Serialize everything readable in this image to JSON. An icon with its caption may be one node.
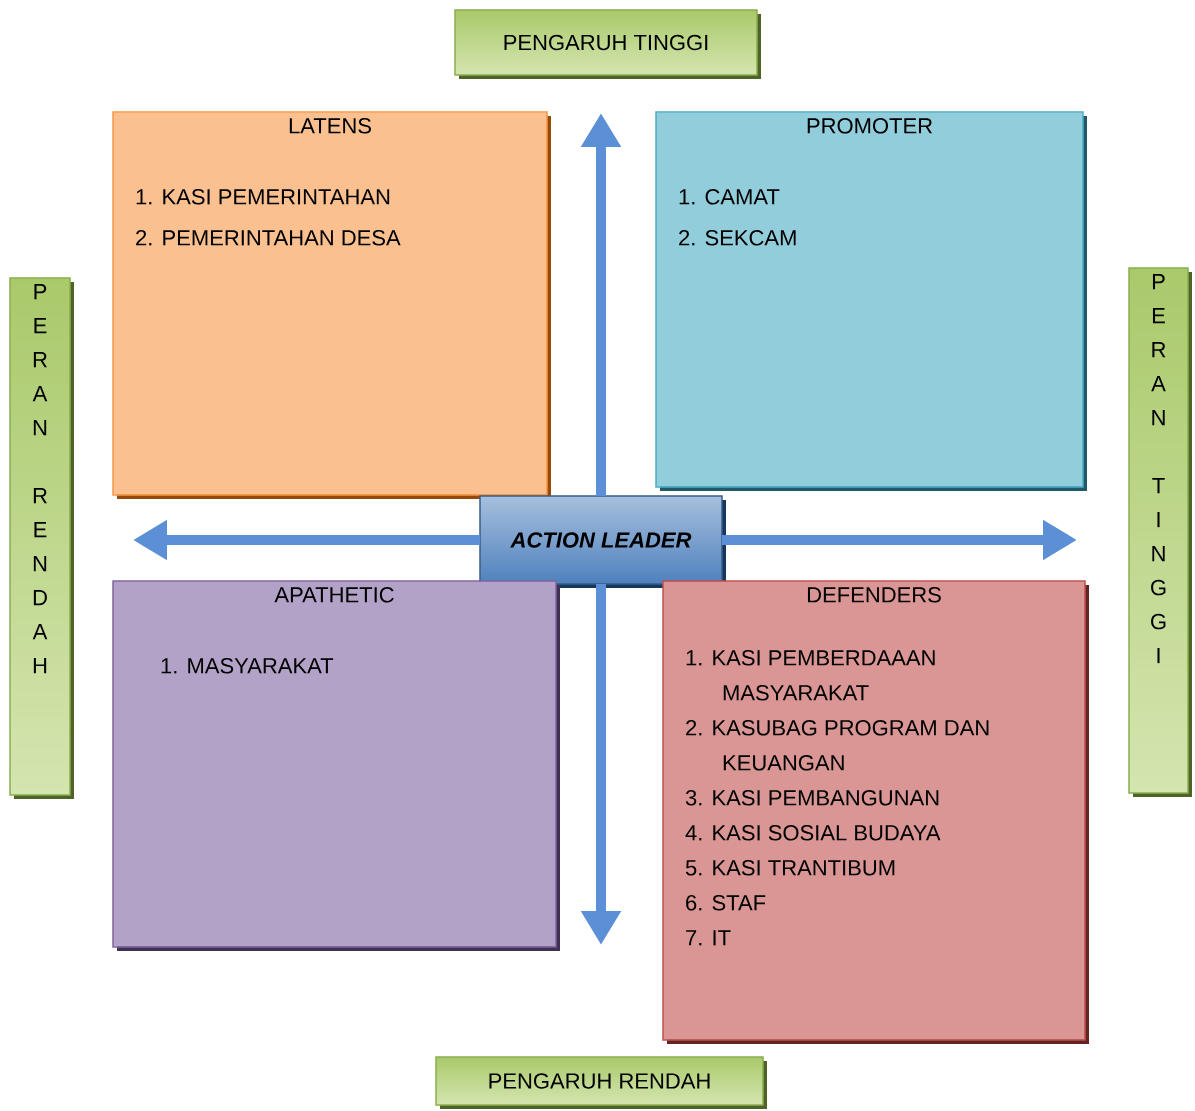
{
  "diagram": {
    "nodes": [
      {
        "text": [
          "PENGARUH TINGGI"
        ]
      },
      {
        "text": [
          "LATENS",
          "1. KASI PEMERINTAHAN",
          "2. PEMERINTAHAN DESA"
        ]
      },
      {
        "text": [
          "PROMOTER",
          "1. CAMAT",
          "2. SEKCAM"
        ]
      },
      {
        "text": [
          "PERAN RENDAH"
        ]
      },
      {
        "text": [
          "ACTION LEADER"
        ]
      },
      {
        "text": [
          "PERAN TINGGI"
        ]
      },
      {
        "text": [
          "APATHETIC",
          "1. MASYARAKAT"
        ]
      },
      {
        "text": [
          "DEFENDERS",
          "1. KASI PEMBERDAAAN MASYARAKAT",
          "2. KASUBAG PROGRAM DAN KEUANGAN",
          "3. KASI PEMBANGUNAN",
          "4. KASI SOSIAL BUDAYA",
          "5. KASI TRANTIBUM",
          "6. STAF",
          "7. IT"
        ]
      },
      {
        "text": [
          "PENGARUH RENDAH"
        ]
      }
    ],
    "edges": [
      {
        "from": 4,
        "to": null,
        "arrow": "to"
      },
      {
        "from": 4,
        "to": null,
        "arrow": "to"
      },
      {
        "from": 4,
        "to": null,
        "arrow": "to"
      },
      {
        "from": 4,
        "to": null,
        "arrow": "to"
      }
    ]
  }
}
